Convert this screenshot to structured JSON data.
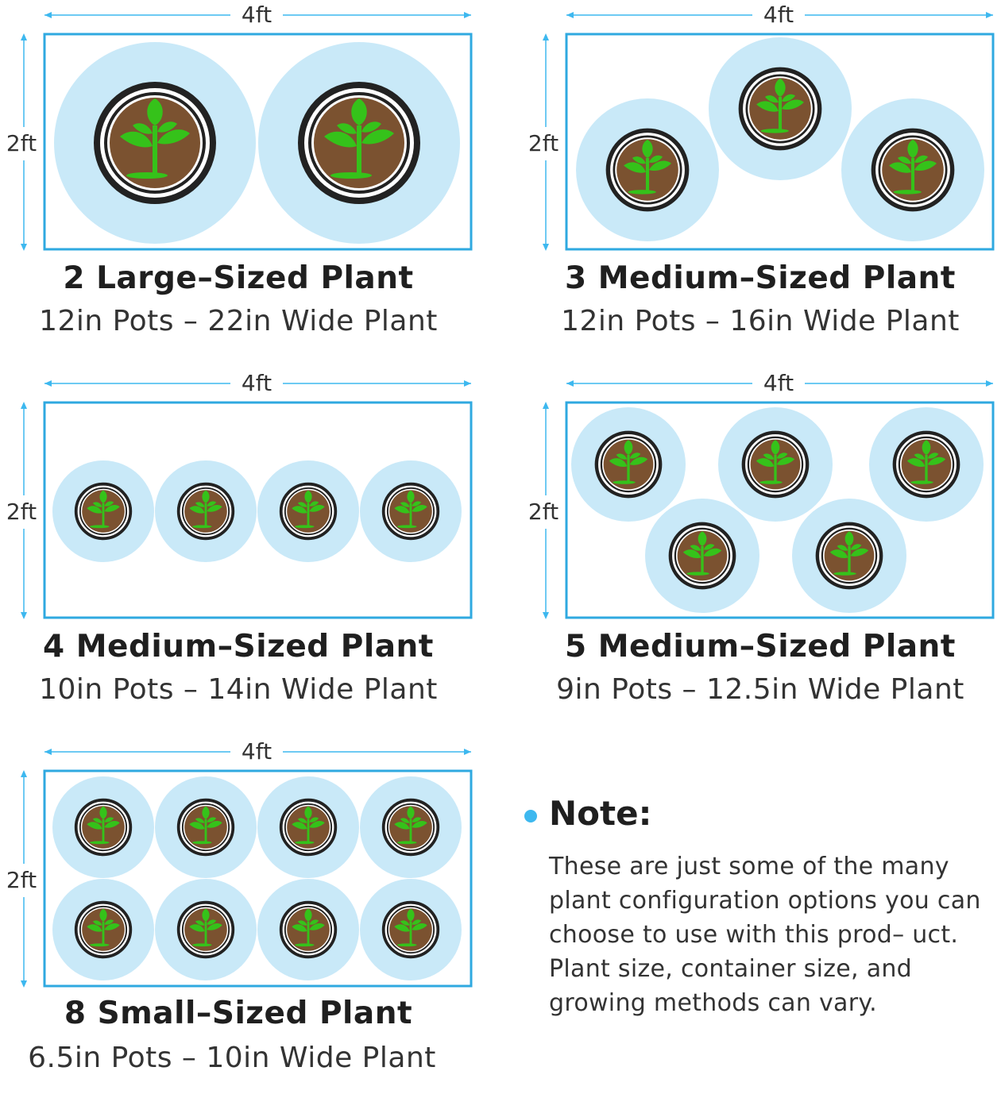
{
  "colors": {
    "outline": "#2fa9e0",
    "dimension": "#3db8ef",
    "halo": "#c9e9f8",
    "pot_rim": "#222222",
    "soil": "#7b5230",
    "leaf": "#35c21a",
    "note_dot": "#3db8ef"
  },
  "icons": {
    "plant": "sprout-icon",
    "pot": "pot-icon",
    "bullet": "bullet-dot-icon"
  },
  "panels": [
    {
      "width_label": "4ft",
      "height_label": "2ft",
      "title": "2 Large–Sized Plant",
      "subtitle": "12in Pots – 22in Wide Plant",
      "plant_count": 2
    },
    {
      "width_label": "4ft",
      "height_label": "2ft",
      "title": "3 Medium–Sized Plant",
      "subtitle": "12in Pots – 16in Wide Plant",
      "plant_count": 3
    },
    {
      "width_label": "4ft",
      "height_label": "2ft",
      "title": "4 Medium–Sized Plant",
      "subtitle": "10in Pots – 14in Wide Plant",
      "plant_count": 4
    },
    {
      "width_label": "4ft",
      "height_label": "2ft",
      "title": "5 Medium–Sized Plant",
      "subtitle": "9in Pots – 12.5in Wide Plant",
      "plant_count": 5
    },
    {
      "width_label": "4ft",
      "height_label": "2ft",
      "title": "8 Small–Sized Plant",
      "subtitle": "6.5in Pots – 10in Wide Plant",
      "plant_count": 8
    }
  ],
  "note": {
    "title": "Note:",
    "body": "These are just some of the many plant configuration options you can choose to use with this prod– uct. Plant size, container size, and growing methods can vary."
  }
}
